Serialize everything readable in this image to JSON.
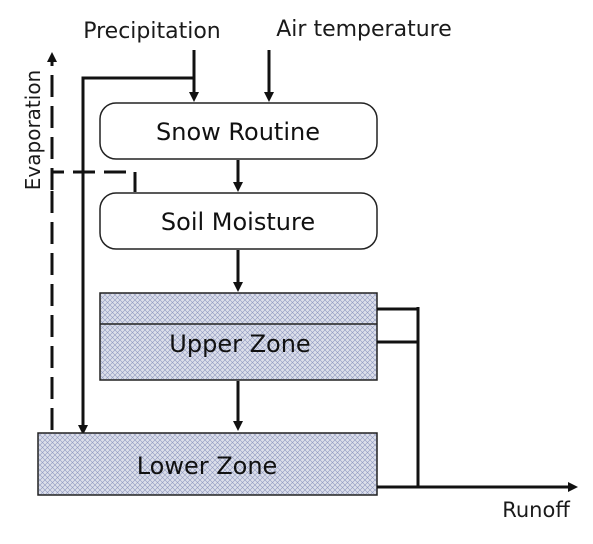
{
  "diagram": {
    "inputs": {
      "precipitation": "Precipitation",
      "air_temperature": "Air temperature"
    },
    "evaporation": "Evaporation",
    "boxes": {
      "snow_routine": "Snow Routine",
      "soil_moisture": "Soil Moisture",
      "upper_zone": "Upper Zone",
      "lower_zone": "Lower Zone"
    },
    "runoff": "Runoff"
  },
  "colors": {
    "line": "#111111",
    "box_border": "#222222",
    "zone_fill": "#dcdfea",
    "zone_pattern": "#8f98c0",
    "text": "#1a1a1a"
  }
}
